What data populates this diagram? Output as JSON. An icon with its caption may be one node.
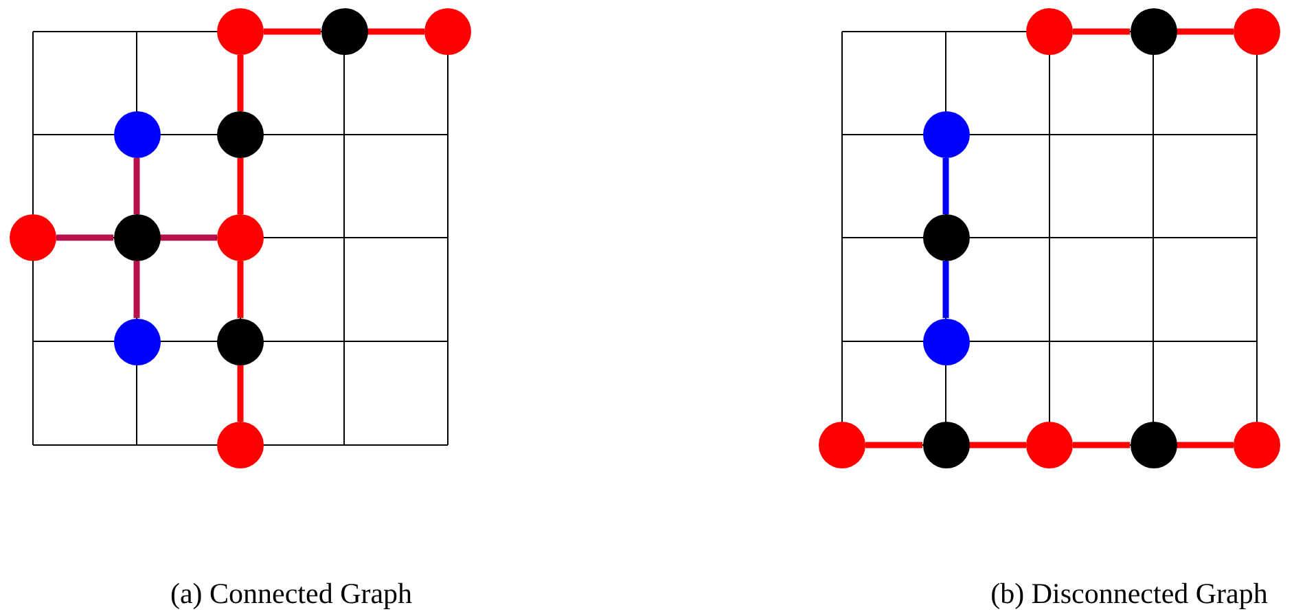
{
  "diagram": {
    "nodes": [
      {
        "text": [],
        "shape": "circle"
      },
      {
        "text": [],
        "shape": "circle"
      },
      {
        "text": [],
        "shape": "circle"
      },
      {
        "text": [],
        "shape": "circle"
      },
      {
        "text": [],
        "shape": "circle"
      },
      {
        "text": [],
        "shape": "circle"
      },
      {
        "text": [],
        "shape": "circle"
      },
      {
        "text": [],
        "shape": "circle"
      },
      {
        "text": [],
        "shape": "circle"
      },
      {
        "text": [],
        "shape": "circle"
      },
      {
        "text": [],
        "shape": "circle"
      },
      {
        "text": [],
        "shape": "circle"
      },
      {
        "text": [],
        "shape": "circle"
      },
      {
        "text": [],
        "shape": "circle"
      },
      {
        "text": [],
        "shape": "circle"
      },
      {
        "text": [],
        "shape": "circle"
      },
      {
        "text": [],
        "shape": "circle"
      },
      {
        "text": [],
        "shape": "circle"
      },
      {
        "text": [],
        "shape": "circle"
      },
      {
        "text": [],
        "shape": "circle"
      },
      {
        "text": [],
        "shape": "circle"
      },
      {
        "text": [],
        "shape": "circle"
      }
    ],
    "edges": [
      {
        "from": 0,
        "to": 1,
        "arrow": "none"
      },
      {
        "from": 1,
        "to": 2,
        "arrow": "none"
      },
      {
        "from": 0,
        "to": 4,
        "arrow": "none"
      },
      {
        "from": 3,
        "to": 6,
        "arrow": "none",
        "color": "#b8104c"
      },
      {
        "from": 4,
        "to": 7,
        "arrow": "none"
      },
      {
        "from": 5,
        "to": 6,
        "arrow": "none",
        "color": "#b8104c"
      },
      {
        "from": 6,
        "to": 7,
        "arrow": "none",
        "color": "#b8104c"
      },
      {
        "from": 6,
        "to": 8,
        "arrow": "none",
        "color": "#b8104c"
      },
      {
        "from": 7,
        "to": 9,
        "arrow": "none"
      },
      {
        "from": 9,
        "to": 10,
        "arrow": "none"
      },
      {
        "from": 11,
        "to": 12,
        "arrow": "none"
      },
      {
        "from": 12,
        "to": 13,
        "arrow": "none"
      },
      {
        "from": 14,
        "to": 15,
        "arrow": "none",
        "color": "#0000ff"
      },
      {
        "from": 15,
        "to": 16,
        "arrow": "none",
        "color": "#0000ff"
      },
      {
        "from": 17,
        "to": 18,
        "arrow": "none"
      },
      {
        "from": 18,
        "to": 19,
        "arrow": "none"
      },
      {
        "from": 19,
        "to": 20,
        "arrow": "none"
      },
      {
        "from": 20,
        "to": 21,
        "arrow": "none"
      }
    ],
    "labels": [
      "(a) Connected Graph",
      "(b) Disconnected Graph"
    ]
  }
}
